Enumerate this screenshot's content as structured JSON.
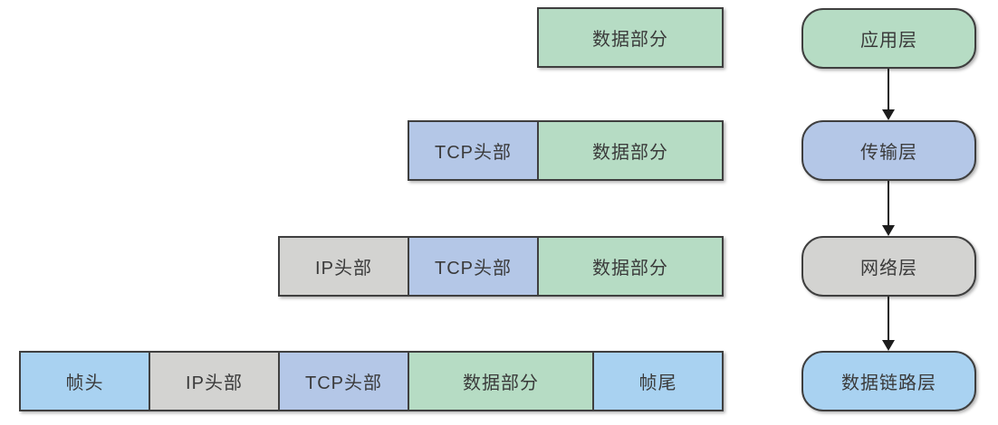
{
  "diagram": {
    "title_semantic": "tcp-ip-encapsulation",
    "packet_rows": [
      {
        "layer": "application",
        "segments": [
          {
            "label": "数据部分",
            "type": "data"
          }
        ]
      },
      {
        "layer": "transport",
        "segments": [
          {
            "label": "TCP头部",
            "type": "tcp"
          },
          {
            "label": "数据部分",
            "type": "data"
          }
        ]
      },
      {
        "layer": "network",
        "segments": [
          {
            "label": "IP头部",
            "type": "ip"
          },
          {
            "label": "TCP头部",
            "type": "tcp"
          },
          {
            "label": "数据部分",
            "type": "data"
          }
        ]
      },
      {
        "layer": "datalink",
        "segments": [
          {
            "label": "帧头",
            "type": "frame"
          },
          {
            "label": "IP头部",
            "type": "ip"
          },
          {
            "label": "TCP头部",
            "type": "tcp"
          },
          {
            "label": "数据部分",
            "type": "data"
          },
          {
            "label": "帧尾",
            "type": "frame"
          }
        ]
      }
    ],
    "layers": [
      {
        "label": "应用层",
        "type": "data"
      },
      {
        "label": "传输层",
        "type": "tcp"
      },
      {
        "label": "网络层",
        "type": "ip"
      },
      {
        "label": "数据链路层",
        "type": "frame"
      }
    ],
    "arrows": [
      {
        "from": "应用层",
        "to": "传输层",
        "direction": "down"
      },
      {
        "from": "传输层",
        "to": "网络层",
        "direction": "down"
      },
      {
        "from": "网络层",
        "to": "数据链路层",
        "direction": "down"
      }
    ],
    "colors": {
      "data_green": "#b6dcc4",
      "tcp_blue": "#b4c7e7",
      "ip_gray": "#d3d3d1",
      "frame_light_blue": "#a9d2f1",
      "border": "#3f3f3f",
      "arrow": "#1c1c1c",
      "text": "#3a3a3a",
      "background": "#ffffff"
    }
  }
}
